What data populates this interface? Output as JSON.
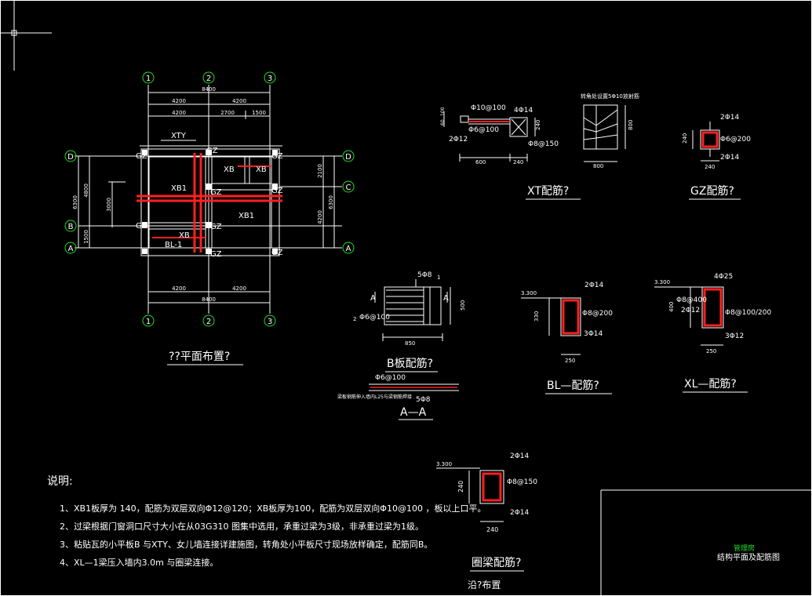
{
  "plan": {
    "axes_top": [
      "1",
      "2",
      "3"
    ],
    "axes_bottom": [
      "1",
      "2",
      "3"
    ],
    "axes_left": [
      "D",
      "B",
      "A"
    ],
    "axes_right": [
      "D",
      "C",
      "A"
    ],
    "dim_top_total": "8400",
    "dim_top_halves": [
      "4200",
      "4200"
    ],
    "dim_top_sub": [
      "4200",
      "2700",
      "1500"
    ],
    "dim_bottom_halves": [
      "4200",
      "4200"
    ],
    "dim_bottom_total": "8400",
    "dim_left_outer": "6300",
    "dim_left_inner": [
      "4800",
      "1500"
    ],
    "dim_left_mid": "3000",
    "dim_right_outer": "6300",
    "dim_right_inner": [
      "2100",
      "4200"
    ],
    "labels": {
      "xty": "XTY",
      "gz": "GZ",
      "xb": "XB",
      "xb1": "XB1",
      "bl1": "BL-1"
    },
    "title": "??平面布置?"
  },
  "xt": {
    "phi_main": "Φ10@100",
    "bars_top": "4Φ14",
    "stirrup": "Φ6@100",
    "bars_bottom": "2Φ12",
    "phi_tie": "Φ8@150",
    "dim_width": "240",
    "dim_left": "600",
    "dim_right": "240",
    "dim_left_v": [
      "100",
      "60"
    ],
    "stair_note": "转角处设置5Φ10放射筋",
    "stair_dim_v": "800",
    "stair_dim_h": "800",
    "title": "XT配筋?"
  },
  "gz": {
    "top": "2Φ14",
    "stirrup": "Φ6@200",
    "bottom": "2Φ14",
    "height": "240",
    "width": "240",
    "title": "GZ配筋?"
  },
  "b": {
    "rebar": "5Φ8",
    "num1": "1",
    "num2": "2",
    "stirrup": "Φ6@100",
    "width": "850",
    "height": "500",
    "sec_a": "A",
    "title": "B板配筋?"
  },
  "aa": {
    "rebar_top": "Φ6@100",
    "rebar_bottom": "5Φ8",
    "note": "梁板钢筋伸入墙内L25与梁钢筋焊接",
    "title": "A—A"
  },
  "bl": {
    "elev": "3.300",
    "top": "2Φ14",
    "stirrup": "Φ8@200",
    "bottom": "3Φ14",
    "height": "330",
    "width": "250",
    "title": "BL—配筋?"
  },
  "xl": {
    "elev": "3.300",
    "top": "4Φ25",
    "side": "Φ8@400",
    "mid": "2Φ12",
    "stirrup": "Φ8@100/200",
    "bottom": "3Φ12",
    "height": "400",
    "width": "250",
    "title": "XL—配筋?"
  },
  "ql": {
    "elev": "3.300",
    "top": "2Φ14",
    "stirrup": "Φ8@150",
    "bottom": "2Φ14",
    "height": "240",
    "width": "240",
    "title": "圈梁配筋?",
    "subtitle": "沿?布置"
  },
  "notes": {
    "heading": "说明:",
    "items": [
      "1、XB1板厚为 140，配筋为双层双向Φ12@120；XB板厚为100，配筋为双层双向Φ10@100 ，板以上口平。",
      "2、过梁根据门窗洞口尺寸大小在从03G310 图集中选用，承重过梁为3级，非承重过梁为1级。",
      "3、粘贴瓦的小平板B 与XTY、女儿墙连接详建施图，转角处小平板尺寸现场放样确定，配筋同B。",
      "4、XL—1梁压入墙内3.0m 与圈梁连接。"
    ]
  },
  "titleblock": {
    "owner": "管理房",
    "name": "结构平面及配筋图"
  },
  "colors": {
    "background": "#000000",
    "line": "#ffffff",
    "rebar": "#ff2020",
    "axis_circle": "#22dd22",
    "accent": "#ffff00"
  }
}
